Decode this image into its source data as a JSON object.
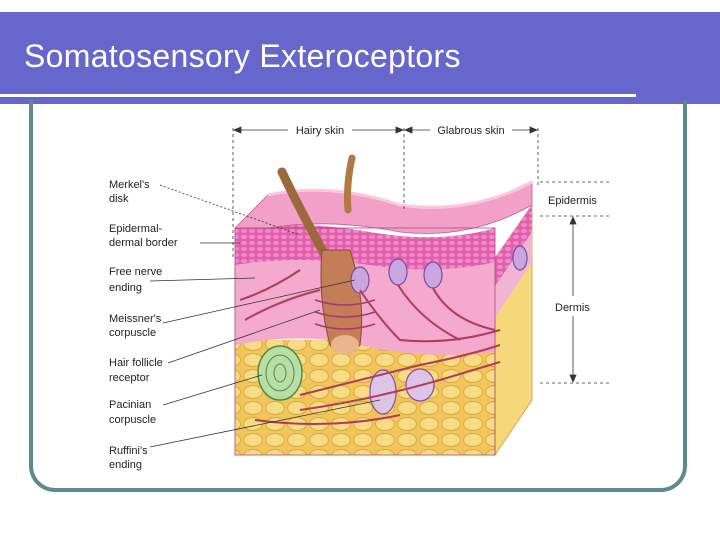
{
  "slide": {
    "title": "Somatosensory Exteroceptors"
  },
  "diagram": {
    "regions": {
      "hairy_skin": "Hairy skin",
      "glabrous_skin": "Glabrous skin"
    },
    "layers": {
      "epidermis": "Epidermis",
      "dermis": "Dermis"
    },
    "labels": [
      {
        "line1": "Merkel's",
        "line2": "disk"
      },
      {
        "line1": "Epidermal-",
        "line2": "dermal border"
      },
      {
        "line1": "Free nerve",
        "line2": "ending"
      },
      {
        "line1": "Meissner's",
        "line2": "corpuscle"
      },
      {
        "line1": "Hair follicle",
        "line2": "receptor"
      },
      {
        "line1": "Pacinian",
        "line2": "corpuscle"
      },
      {
        "line1": "Ruffini's",
        "line2": "ending"
      }
    ]
  },
  "colors": {
    "title_bar": "#6666cc",
    "frame": "#5f8a8b",
    "epidermis": "#e77fc0",
    "dermis": "#f4a9cf",
    "subcutis": "#f3d06a"
  }
}
